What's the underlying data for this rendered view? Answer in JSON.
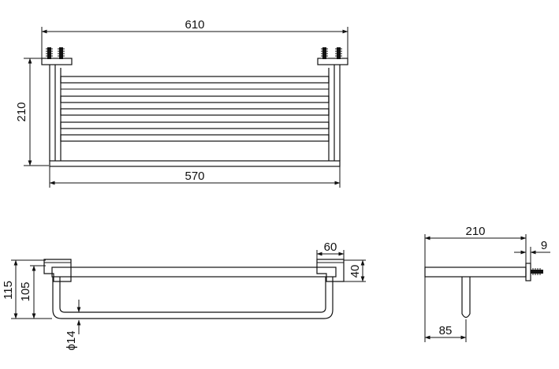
{
  "drawing": {
    "top_view": {
      "overall_width": "610",
      "rail_length": "570",
      "depth": "210"
    },
    "front_view": {
      "total_height": "115",
      "rail_drop": "105",
      "bracket_width": "60",
      "bracket_height": "40",
      "tube_diameter": "ϕ14"
    },
    "side_view": {
      "depth": "210",
      "plate_thickness": "9",
      "rail_offset": "85"
    }
  }
}
